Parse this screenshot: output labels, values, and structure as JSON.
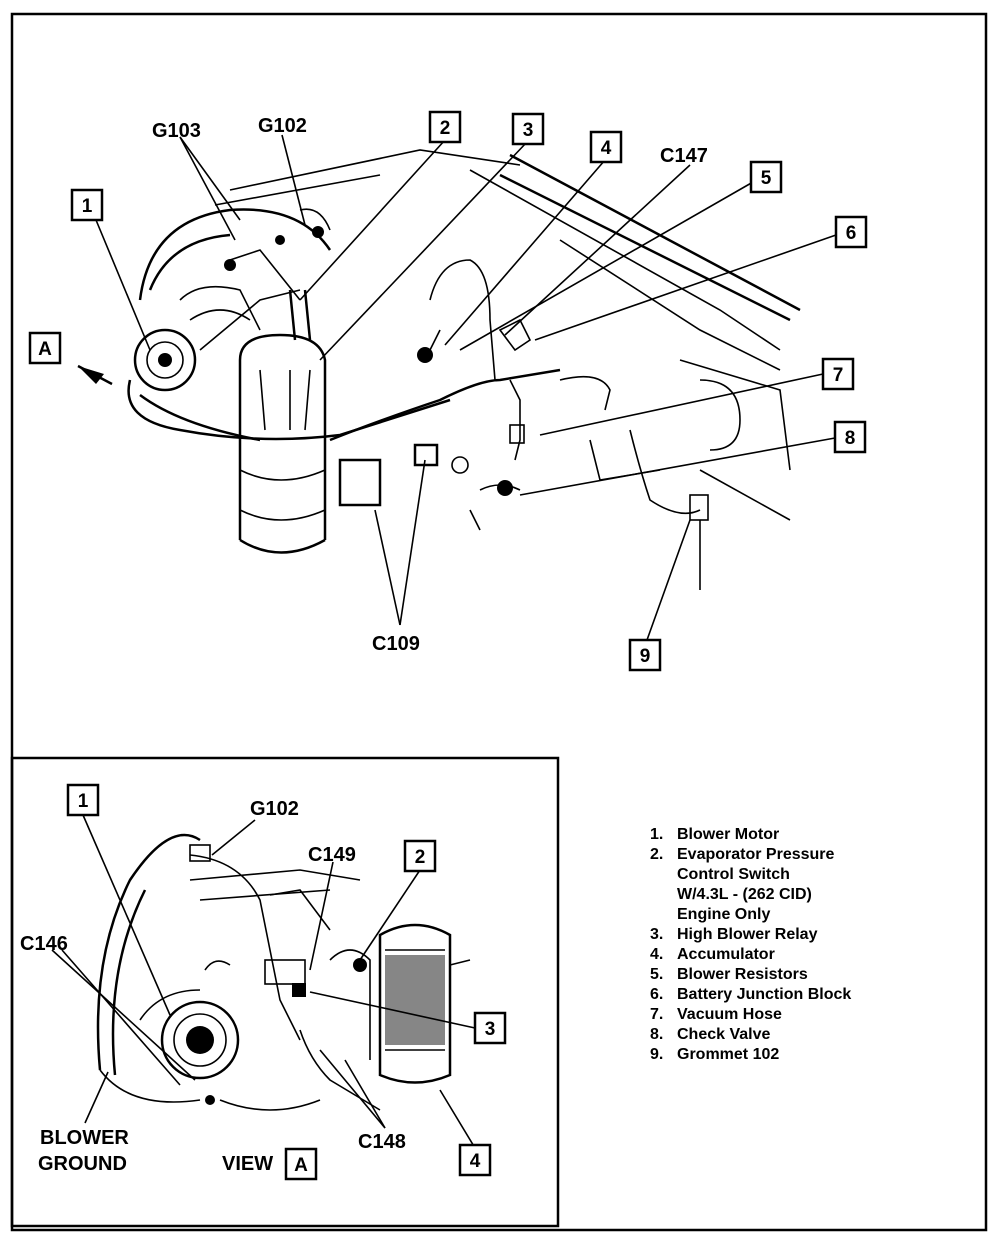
{
  "main_view": {
    "callouts": [
      "1",
      "2",
      "3",
      "4",
      "5",
      "6",
      "7",
      "8",
      "9"
    ],
    "view_callout": "A",
    "grounds": [
      "G103",
      "G102"
    ],
    "connectors": [
      "C147",
      "C109"
    ]
  },
  "inset_view": {
    "callouts": [
      "1",
      "2",
      "3",
      "4"
    ],
    "grounds": [
      "G102"
    ],
    "connectors": [
      "C149",
      "C146",
      "C148"
    ],
    "blower_ground_line1": "BLOWER",
    "blower_ground_line2": "GROUND",
    "view_label": "VIEW",
    "view_letter": "A"
  },
  "legend": [
    {
      "num": "1.",
      "text": "Blower Motor"
    },
    {
      "num": "2.",
      "text": "Evaporator Pressure"
    },
    {
      "num": "",
      "text": "Control Switch"
    },
    {
      "num": "",
      "text": "W/4.3L - (262 CID)"
    },
    {
      "num": "",
      "text": "Engine Only"
    },
    {
      "num": "3.",
      "text": "High Blower Relay"
    },
    {
      "num": "4.",
      "text": "Accumulator"
    },
    {
      "num": "5.",
      "text": "Blower Resistors"
    },
    {
      "num": "6.",
      "text": "Battery Junction Block"
    },
    {
      "num": "7.",
      "text": "Vacuum Hose"
    },
    {
      "num": "8.",
      "text": "Check Valve"
    },
    {
      "num": "9.",
      "text": "Grommet 102"
    }
  ]
}
